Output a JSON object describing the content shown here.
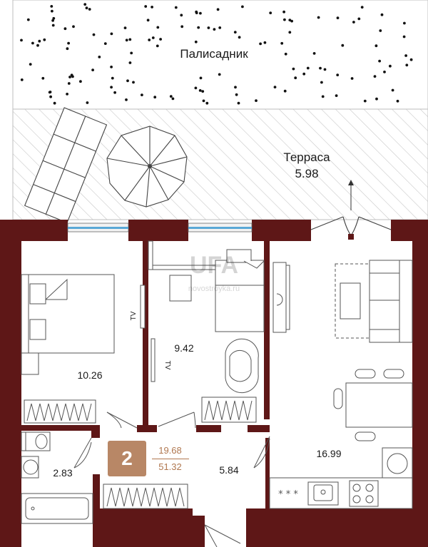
{
  "garden_label": "Палисадник",
  "terrace": {
    "name": "Терраса",
    "area": "5.98"
  },
  "rooms": {
    "bedroom": "10.26",
    "study": "9.42",
    "living": "16.99",
    "bathroom": "2.83",
    "hall": "5.84"
  },
  "tv_label": "TV",
  "badge": {
    "rooms": "2",
    "living_area": "19.68",
    "total_area": "51.32"
  },
  "watermark": {
    "text": "UFA",
    "sub": "novostroyka.ru"
  },
  "colors": {
    "wall": "#5e1717",
    "window": "#5aa8d6",
    "badge": "#b88766",
    "badge_text": "#b0774f"
  }
}
